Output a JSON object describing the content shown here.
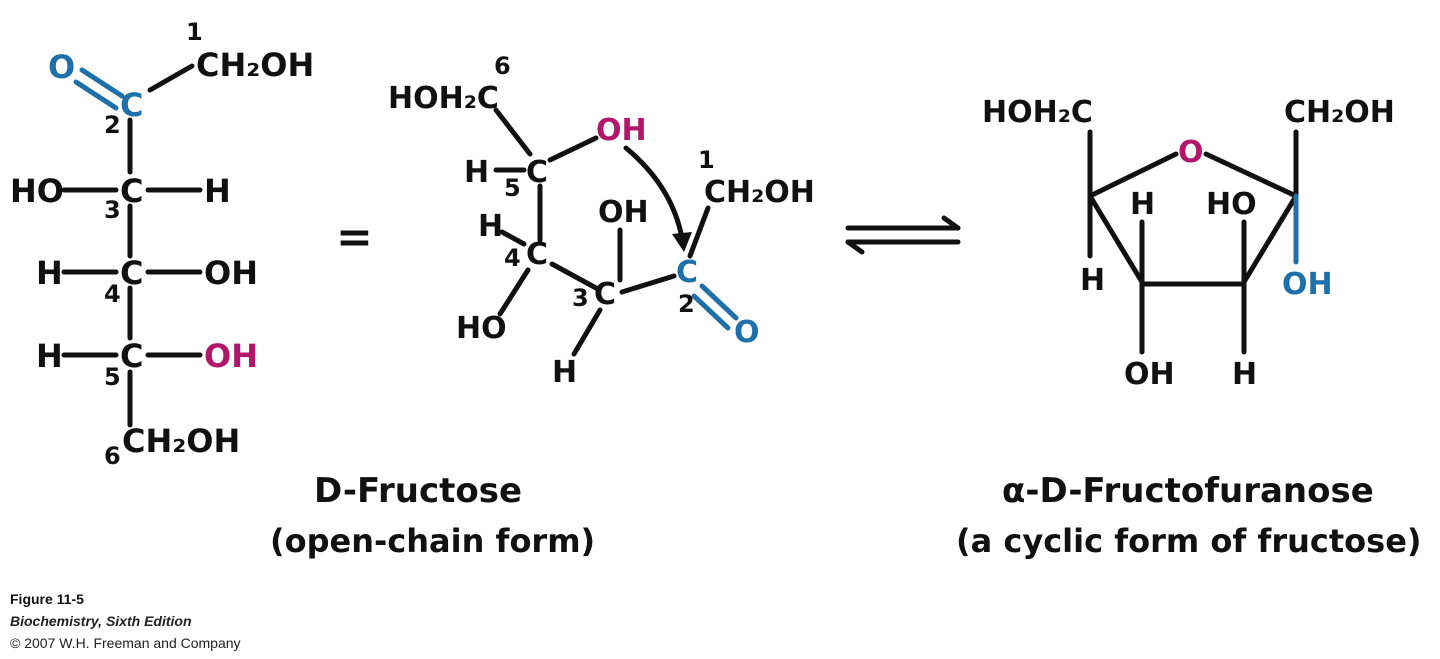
{
  "open_chain": {
    "labels": {
      "c1_num": "1",
      "c1_group": "CH₂OH",
      "o_carbonyl": "O",
      "c2": "C",
      "c2_num": "2",
      "c3_left": "HO",
      "c3": "C",
      "c3_right": "H",
      "c3_num": "3",
      "c4_left": "H",
      "c4": "C",
      "c4_right": "OH",
      "c4_num": "4",
      "c5_left": "H",
      "c5": "C",
      "c5_right": "OH",
      "c5_num": "5",
      "c6_num": "6",
      "c6_group": "CH₂OH"
    },
    "title": "D-Fructose",
    "subtitle": "(open-chain form)"
  },
  "equals": "=",
  "bent": {
    "c6_num": "6",
    "c6_group": "HOH₂C",
    "o5": "OH",
    "c5_h": "H",
    "c5": "C",
    "c5_num": "5",
    "c4_h": "H",
    "c4": "C",
    "c4_num": "4",
    "c4_ho": "HO",
    "c3": "C",
    "c3_num": "3",
    "c3_oh": "OH",
    "c3_h": "H",
    "c2": "C",
    "c2_num": "2",
    "o_carbonyl": "O",
    "c1_num": "1",
    "c1_group": "CH₂OH"
  },
  "equilibrium": "⇌",
  "ring": {
    "c6_group": "HOH₂C",
    "ring_o": "O",
    "c1_group": "CH₂OH",
    "h_upper_left": "H",
    "ho_upper": "HO",
    "h_lower_left": "H",
    "oh_anomeric": "OH",
    "oh_bottom": "OH",
    "h_bottom": "H",
    "title": "α-D-Fructofuranose",
    "subtitle": "(a cyclic form of fructose)"
  },
  "credits": {
    "figure": "Figure 11-5",
    "book": "Biochemistry, Sixth Edition",
    "copyright": "© 2007 W.H. Freeman and Company"
  },
  "colors": {
    "carbonyl": "#1f6fa8",
    "hydroxyl_highlight": "#b0176a",
    "text": "#111111"
  }
}
